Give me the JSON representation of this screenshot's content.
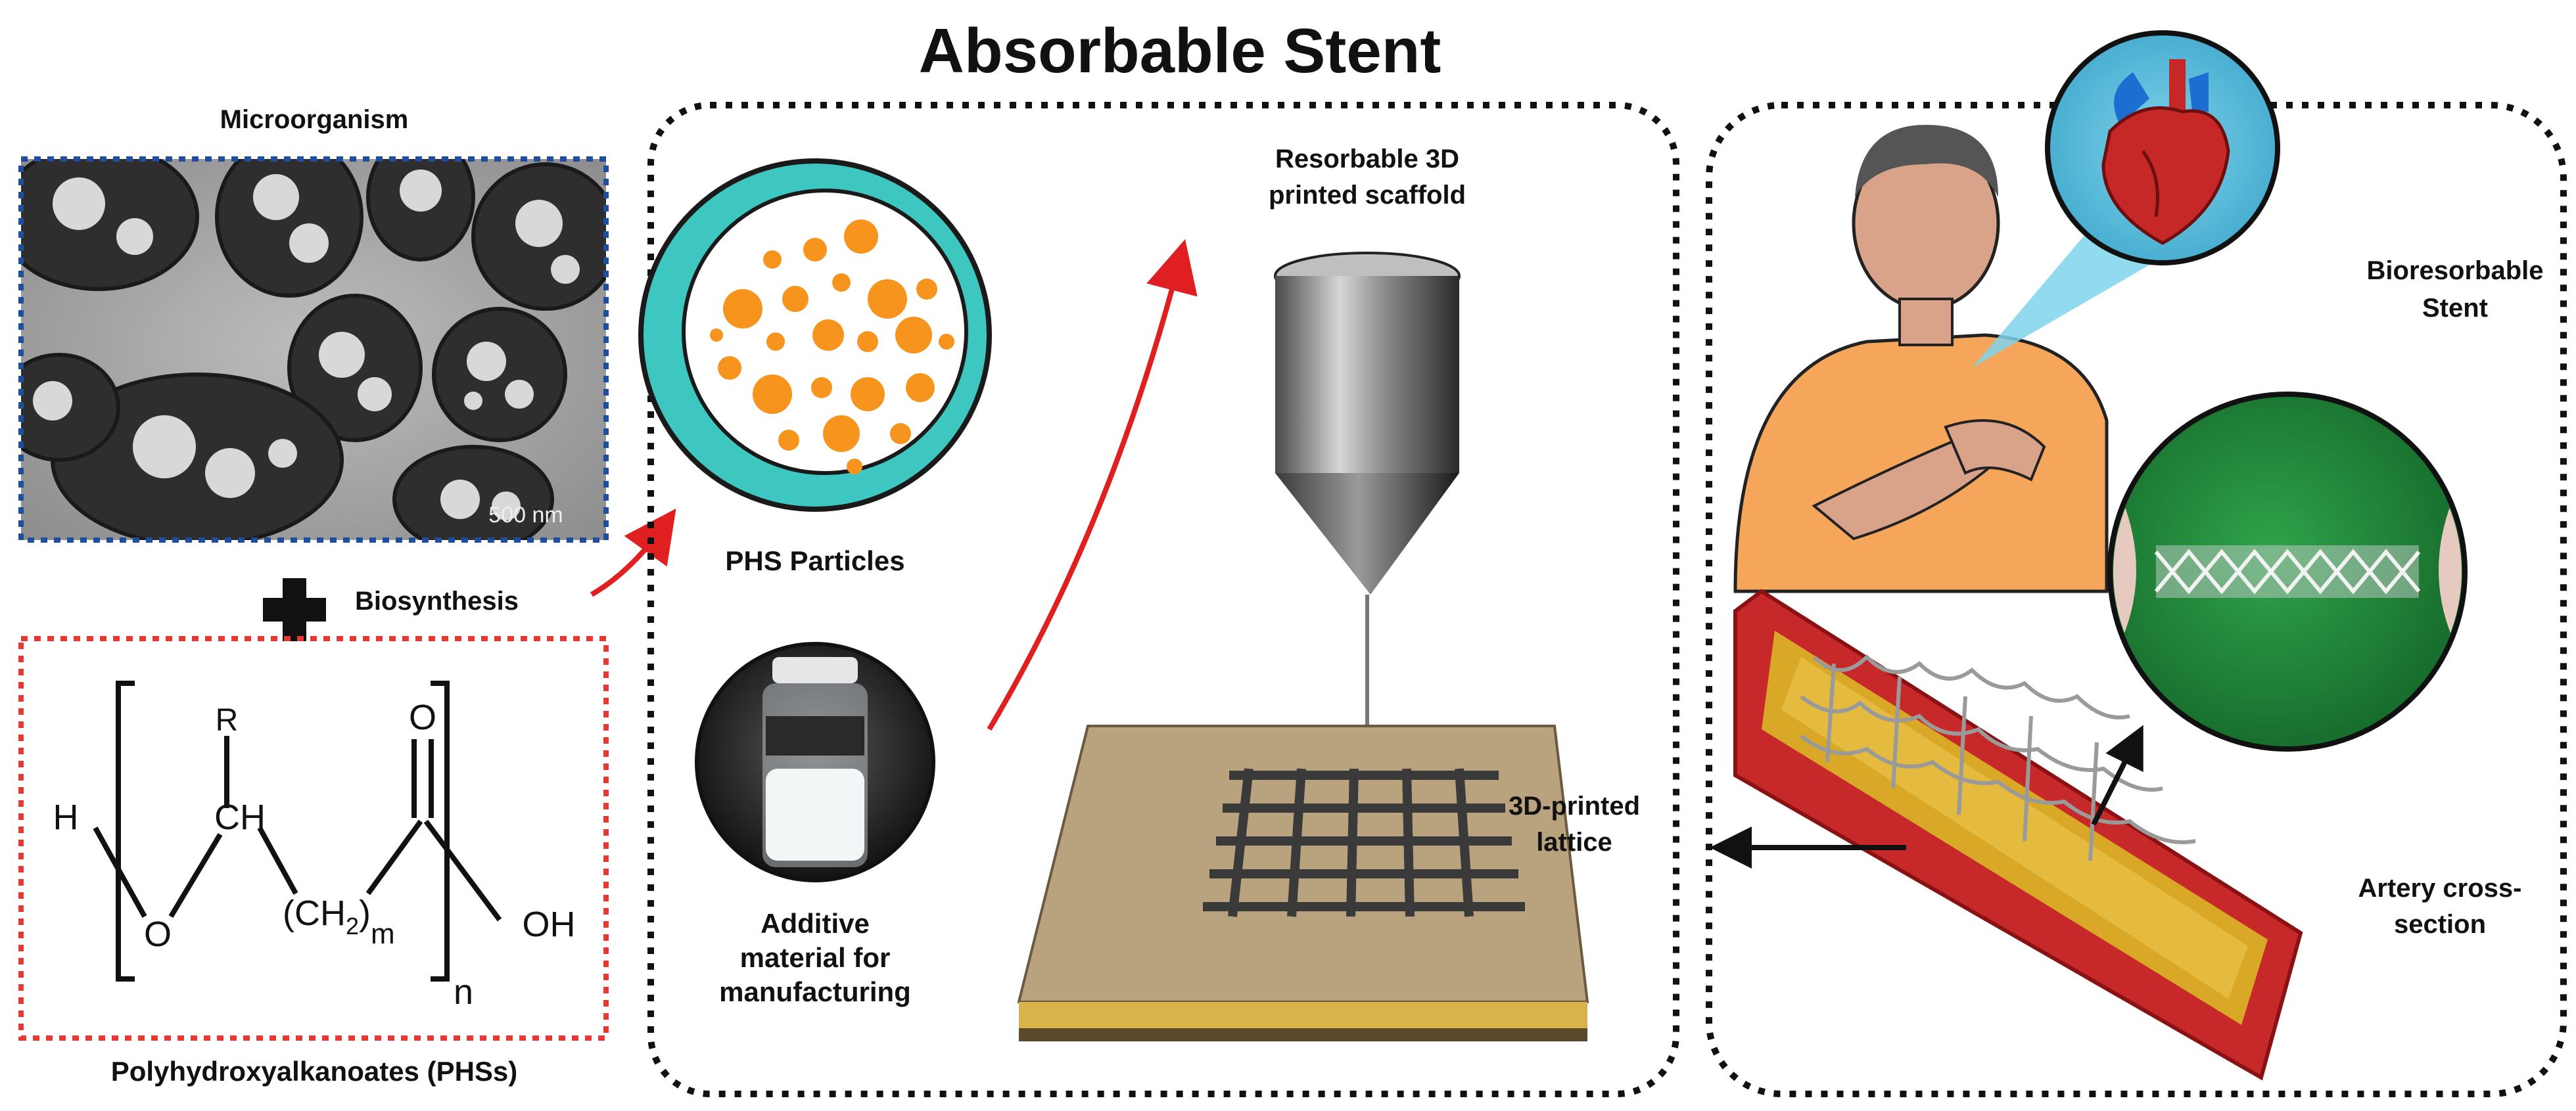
{
  "title": "Absorbable Stent",
  "left": {
    "microorganism_label": "Microorganism",
    "scale_bar": "500 nm",
    "biosynthesis_label": "Biosynthesis",
    "polymer_label": "Polyhydroxyalkanoates (PHSs)",
    "formula": {
      "r": "R",
      "h": "H",
      "ch": "CH",
      "o": "O",
      "carbonyl_o": "O",
      "ch2_open": "(CH",
      "ch2_sub": "2",
      "ch2_close": ")",
      "m": "m",
      "oh": "OH",
      "n": "n"
    }
  },
  "middle": {
    "phs_particles": "PHS Particles",
    "additive": [
      "Additive",
      "material for",
      "manufacturing"
    ],
    "scaffold": [
      "Resorbable 3D",
      "printed scaffold"
    ],
    "lattice": [
      "3D-printed",
      "lattice"
    ]
  },
  "right": {
    "stent": [
      "Bioresorbable",
      "Stent"
    ],
    "artery": [
      "Artery cross-",
      "section"
    ]
  },
  "colors": {
    "blue_box": "#1f4e9c",
    "red_box": "#e53935",
    "arrow_red": "#e02020",
    "teal": "#3ec7c0",
    "orange": "#f7941d",
    "skin": "#d9a38a",
    "shirt": "#f6a65a",
    "green": "#1f8a3a",
    "artery": "#c7282a",
    "plaque": "#d9a826",
    "base": "#b9a27e"
  }
}
